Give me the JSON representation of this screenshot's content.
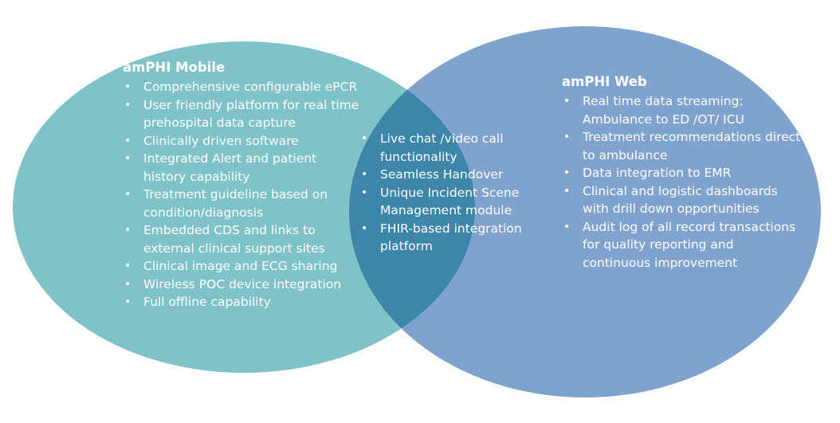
{
  "colors": {
    "mobile_circle": "#7fc3c8",
    "web_circle": "#7fa3cc",
    "overlap": "#3d85a9",
    "text": "#ffffff"
  },
  "mobile": {
    "title": "amPHI Mobile",
    "items": [
      "Comprehensive configurable ePCR",
      "User friendly platform for real time prehospital data capture",
      "Clinically driven software",
      "Integrated Alert and patient history capability",
      "Treatment guideline based on condition/diagnosis",
      "Embedded CDS and links to external clinical support sites",
      "Clinical image and ECG sharing",
      "Wireless POC device integration",
      "Full offline capability"
    ]
  },
  "overlap": {
    "items": [
      "Live chat /video call functionality",
      "Seamless Handover",
      "Unique Incident Scene Management module",
      "FHIR-based integration platform"
    ]
  },
  "web": {
    "title": "amPHI Web",
    "items": [
      "Real time data streaming: Ambulance  to  ED /OT/ ICU",
      "Treatment recommendations direct to ambulance",
      "Data integration to EMR",
      "Clinical and logistic dashboards with drill down opportunities",
      "Audit log of all record transactions for quality reporting and continuous improvement"
    ]
  }
}
